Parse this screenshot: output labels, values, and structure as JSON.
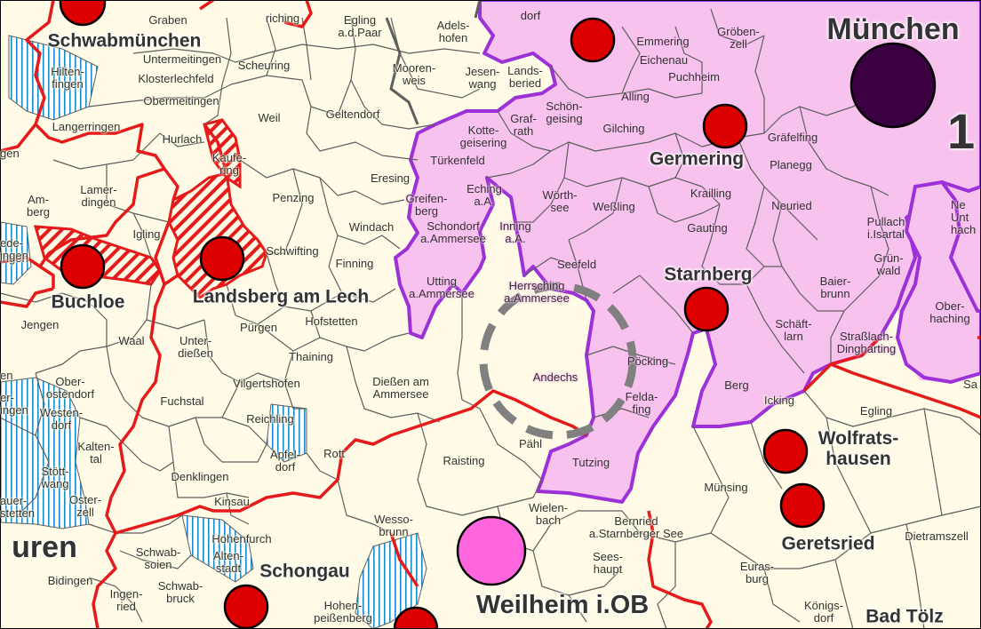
{
  "map": {
    "colors": {
      "background": "#fffbe6",
      "metro_area": "#f8c2ef",
      "metro_border": "#9b31d6",
      "region_border": "#e51a1a",
      "municipal_border": "#5e5e5e",
      "town_marker": "#dd0000",
      "state_capital_marker": "#3a0040",
      "regional_center_marker": "#ff66dd",
      "hatching_red": "#e51a1a",
      "hatching_blue": "#1a8cc8",
      "focus_circle": "#808080"
    },
    "big_labels": [
      "Schwabmünchen",
      "München",
      "Germering",
      "Starnberg",
      "Buchloe",
      "Landsberg am Lech",
      "Wolfrats-\nhausen",
      "Geretsried",
      "Schongau",
      "Weilheim i.OB",
      "Bad Tölz",
      "uren"
    ],
    "place_labels": [
      "Graben",
      "riching",
      "Egling\na.d.Paar",
      "Adels-\nhofen",
      "dorf",
      "Untermeitingen",
      "Klosterlechfeld",
      "Obermeitingen",
      "Scheuring",
      "Mooren-\nweis",
      "Jesen-\nwang",
      "Lands-\nberied",
      "Emmering",
      "Gröben-\nzell",
      "Eichenau",
      "Puchheim",
      "Hilten-\nfingen",
      "Langerringen",
      "Hurlach",
      "Weil",
      "Geltendorf",
      "Kotte-\ngeisering",
      "Graf-\nrath",
      "Schön-\ngeising",
      "Alling",
      "Gilching",
      "Gräfelfing",
      "Planegg",
      "Kaufe-\nring",
      "Lamer-\ndingen",
      "Am-\nberg",
      "Eresing",
      "Türkenfeld",
      "Greifen-\nberg",
      "Eching\na.A.",
      "Schondorf\na.Ammersee",
      "Wörth-\nsee",
      "Weßling",
      "Krailling",
      "Neuried",
      "Pullach\ni.Isartal",
      "Grün-\nwald",
      "Penzing",
      "Igling",
      "Schwifting",
      "Windach",
      "Finning",
      "Inning\na.A.",
      "Gauting",
      "Seefeld",
      "Utting\na.Ammersee",
      "Herrsching\na.Ammersee",
      "Baier-\nbrunn",
      "Ober-\nhaching",
      "Jengen",
      "Pürgen",
      "Hofstetten",
      "Waal",
      "Unter-\ndießen",
      "Thaining",
      "Schäft-\nlarn",
      "Straßlach-\nDingharting",
      "Ober-\nostendorf",
      "Vilgertshofen",
      "Dießen am\nAmmersee",
      "Andechs",
      "Pöcking",
      "Felda-\nfing",
      "Berg",
      "Icking",
      "Egling",
      "Westen-\ndorf",
      "Fuchstal",
      "Reichling",
      "Kalten-\ntal",
      "Pähl",
      "Raisting",
      "Stött-\nwang",
      "Denklingen",
      "Apfel-\ndorf",
      "Rott",
      "Tutzing",
      "Münsing",
      "Oster-\nzell",
      "Kinsau",
      "Wesso-\nbrunn",
      "Wielen-\nbach",
      "Bernried\na.Starnberger See",
      "Dietramszell",
      "Hohenfurch",
      "Schwab-\nsoien",
      "Alten-\nstadt",
      "Sees-\nhaupt",
      "Euras-\nburg",
      "Bidingen",
      "Ingen-\nried",
      "Schwab-\nbruck",
      "Hohen-\npeißenberg",
      "Königs-\ndorf",
      "Sa",
      "Ne\nUnt\nhach",
      "ingen",
      "gen",
      "er-\ningen",
      "ede-\ningen",
      "auer-\nstetten",
      "en",
      "1"
    ]
  }
}
